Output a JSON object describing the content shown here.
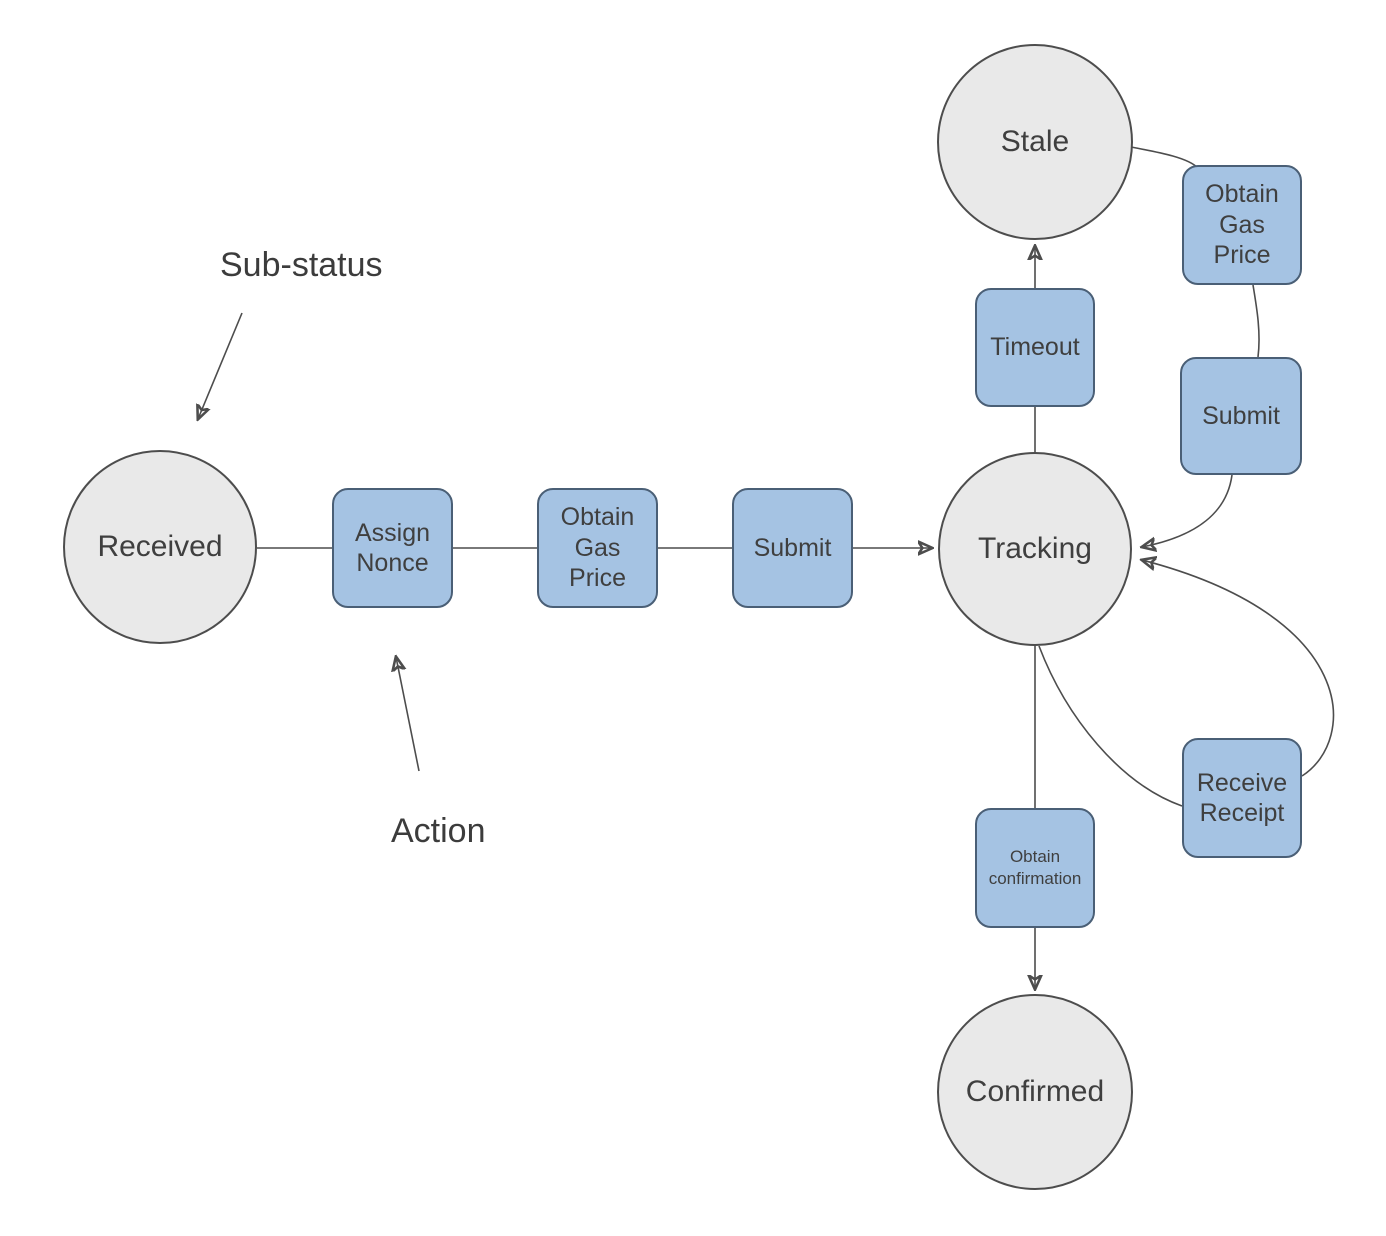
{
  "diagram": {
    "type": "state-diagram",
    "annotations": {
      "sub_status": "Sub-status",
      "action": "Action"
    },
    "states": [
      {
        "id": "received",
        "label": "Received"
      },
      {
        "id": "stale",
        "label": "Stale"
      },
      {
        "id": "tracking",
        "label": "Tracking"
      },
      {
        "id": "confirmed",
        "label": "Confirmed"
      }
    ],
    "actions": [
      {
        "id": "assign-nonce",
        "label": "Assign Nonce"
      },
      {
        "id": "obtain-gas-price",
        "label": "Obtain Gas Price"
      },
      {
        "id": "submit",
        "label": "Submit"
      },
      {
        "id": "timeout",
        "label": "Timeout"
      },
      {
        "id": "obtain-gas-price-retry",
        "label": "Obtain Gas Price"
      },
      {
        "id": "submit-retry",
        "label": "Submit"
      },
      {
        "id": "receive-receipt",
        "label": "Receive Receipt"
      },
      {
        "id": "obtain-confirmation",
        "label": "Obtain confirmation"
      }
    ],
    "edges": [
      {
        "from": "received",
        "to": "assign-nonce",
        "arrow": false
      },
      {
        "from": "assign-nonce",
        "to": "obtain-gas-price",
        "arrow": false
      },
      {
        "from": "obtain-gas-price",
        "to": "submit",
        "arrow": false
      },
      {
        "from": "submit",
        "to": "tracking",
        "arrow": true
      },
      {
        "from": "tracking",
        "to": "timeout",
        "arrow": false
      },
      {
        "from": "timeout",
        "to": "stale",
        "arrow": true
      },
      {
        "from": "stale",
        "to": "obtain-gas-price-retry",
        "arrow": false
      },
      {
        "from": "obtain-gas-price-retry",
        "to": "submit-retry",
        "arrow": false
      },
      {
        "from": "submit-retry",
        "to": "tracking",
        "arrow": true
      },
      {
        "from": "tracking",
        "to": "receive-receipt",
        "arrow": false
      },
      {
        "from": "receive-receipt",
        "to": "tracking",
        "arrow": true
      },
      {
        "from": "tracking",
        "to": "obtain-confirmation",
        "arrow": false
      },
      {
        "from": "obtain-confirmation",
        "to": "confirmed",
        "arrow": true
      },
      {
        "from": "sub-status-label",
        "to": "received",
        "arrow": true
      },
      {
        "from": "action-label",
        "to": "assign-nonce",
        "arrow": true
      }
    ],
    "colors": {
      "state_fill": "#e9e9e9",
      "state_border": "#4d4d4d",
      "action_fill": "#a5c3e3",
      "action_border": "#4a5f76",
      "line": "#4d4d4d",
      "text": "#3f3f3f",
      "background": "#ffffff"
    }
  }
}
